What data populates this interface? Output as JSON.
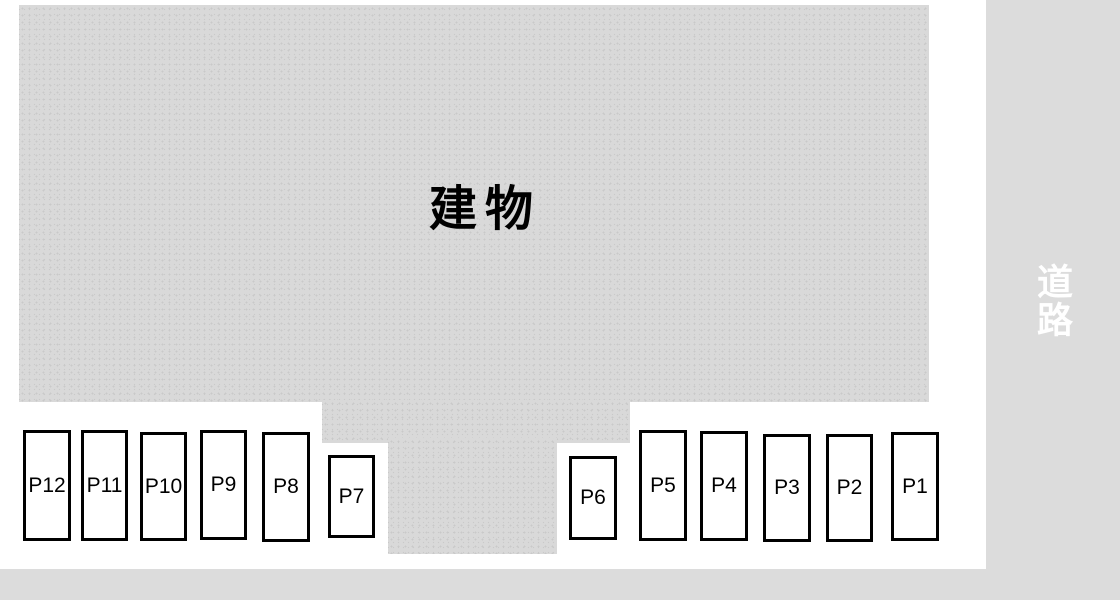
{
  "building": {
    "label": "建物"
  },
  "road": {
    "label": "道路"
  },
  "parking": {
    "spaces": [
      {
        "label": "P12"
      },
      {
        "label": "P11"
      },
      {
        "label": "P10"
      },
      {
        "label": "P9"
      },
      {
        "label": "P8"
      },
      {
        "label": "P7"
      },
      {
        "label": "P6"
      },
      {
        "label": "P5"
      },
      {
        "label": "P4"
      },
      {
        "label": "P3"
      },
      {
        "label": "P2"
      },
      {
        "label": "P1"
      }
    ]
  },
  "colors": {
    "building_fill": "#d9d9d9",
    "building_dot": "#c9c9c9",
    "building_text": "#000000",
    "road_fill": "#dcdcdc",
    "road_text": "#ffffff",
    "space_fill": "#ffffff",
    "space_border": "#000000"
  }
}
